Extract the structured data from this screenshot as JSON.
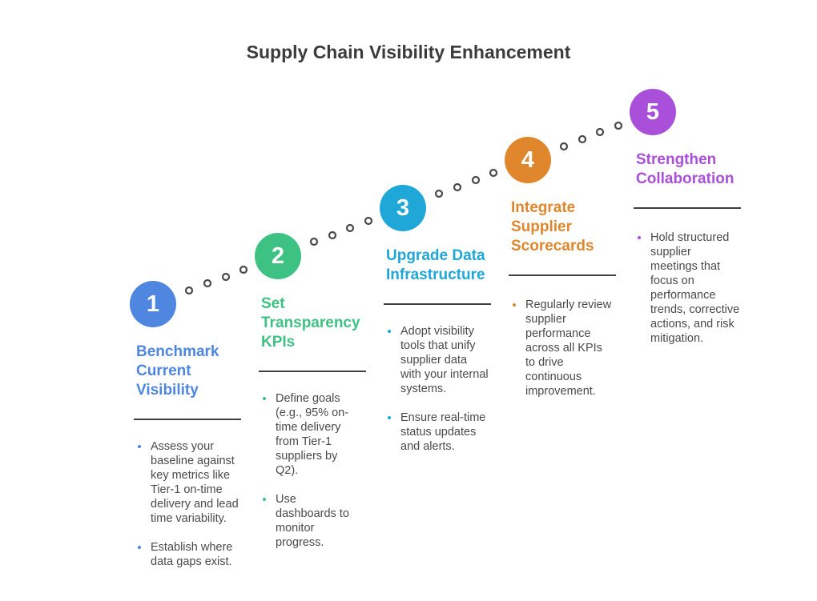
{
  "title": "Supply Chain Visibility Enhancement",
  "steps": [
    {
      "number": "1",
      "title": "Benchmark Current Visibility",
      "title_lines": [
        "Benchmark",
        "Current",
        "Visibility"
      ],
      "color": "#4f86e0",
      "bullets": [
        "Assess your baseline against key metrics like Tier-1 on-time delivery and lead time variability.",
        "Establish where data gaps exist."
      ]
    },
    {
      "number": "2",
      "title": "Set Transparency KPIs",
      "title_lines": [
        "Set",
        "Transparency",
        "KPIs"
      ],
      "color": "#3ec283",
      "bullets": [
        "Define goals (e.g., 95% on-time delivery from Tier-1 suppliers by Q2).",
        "Use dashboards to monitor progress."
      ]
    },
    {
      "number": "3",
      "title": "Upgrade Data Infrastructure",
      "title_lines": [
        "Upgrade Data",
        "Infrastructure"
      ],
      "color": "#1fa7d8",
      "bullets": [
        "Adopt visibility tools that unify supplier data with your internal systems.",
        "Ensure real-time status updates and alerts."
      ]
    },
    {
      "number": "4",
      "title": "Integrate Supplier Scorecards",
      "title_lines": [
        "Integrate",
        "Supplier",
        "Scorecards"
      ],
      "color": "#e0862c",
      "bullets": [
        "Regularly review supplier performance across all KPIs to drive continuous improvement."
      ]
    },
    {
      "number": "5",
      "title": "Strengthen Collaboration",
      "title_lines": [
        "Strengthen",
        "Collaboration"
      ],
      "color": "#a94fd9",
      "bullets": [
        "Hold structured supplier meetings that focus on performance trends, corrective actions, and risk mitigation."
      ]
    }
  ]
}
